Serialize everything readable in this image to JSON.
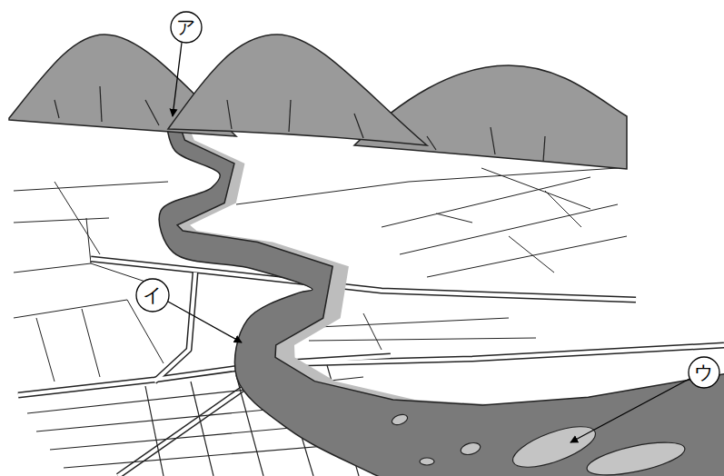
{
  "diagram": {
    "labels": [
      "ア",
      "イ",
      "ウ"
    ]
  }
}
